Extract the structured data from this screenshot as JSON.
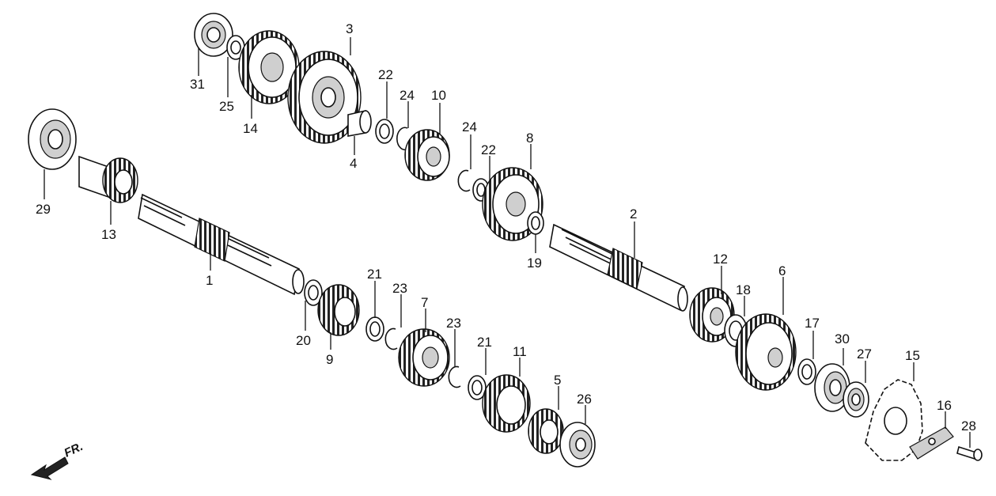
{
  "diagram": {
    "direction_label": "FR.",
    "callouts": {
      "p1": "1",
      "p2": "2",
      "p3": "3",
      "p4": "4",
      "p5": "5",
      "p6": "6",
      "p7": "7",
      "p8": "8",
      "p9": "9",
      "p10": "10",
      "p11": "11",
      "p12": "12",
      "p13": "13",
      "p14": "14",
      "p15": "15",
      "p16": "16",
      "p17": "17",
      "p18": "18",
      "p19": "19",
      "p20": "20",
      "p21a": "21",
      "p21b": "21",
      "p22a": "22",
      "p22b": "22",
      "p23a": "23",
      "p23b": "23",
      "p24a": "24",
      "p24b": "24",
      "p25": "25",
      "p26": "26",
      "p27": "27",
      "p28": "28",
      "p29": "29",
      "p30": "30",
      "p31": "31"
    }
  }
}
